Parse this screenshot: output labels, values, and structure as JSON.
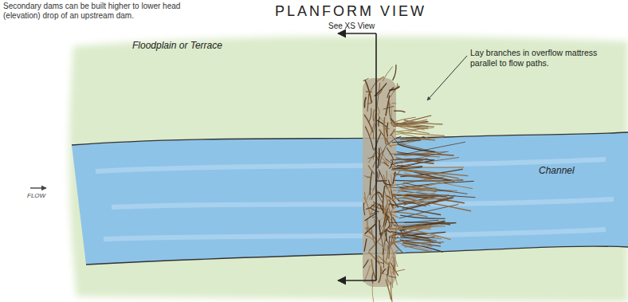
{
  "diagram": {
    "title": "PLANFORM VIEW",
    "labels": [
      "Secondary dams can be built higher to lower head (elevation) drop of an upstream dam.",
      "See XS View",
      "Floodplain or Terrace",
      "Lay branches in overflow mattress parallel to flow paths.",
      "Channel",
      "FLOW"
    ]
  }
}
